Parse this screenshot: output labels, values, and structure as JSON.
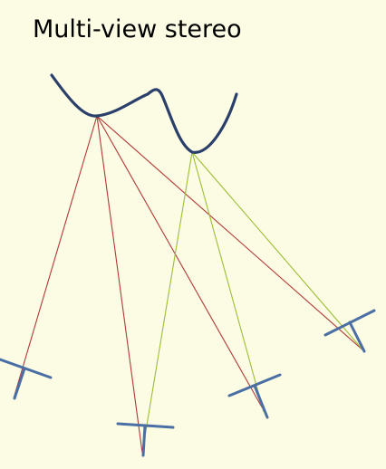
{
  "slide": {
    "title": "Multi-view stereo"
  },
  "diagram": {
    "curve_color": "#2b3f6b",
    "camera_color": "#4a6fa5",
    "ray_color_first_point": "#b23a3a",
    "ray_color_second_point": "#9cbf34",
    "background_color": "#fcfbe3",
    "surface_point_count": 2,
    "camera_count": 4
  }
}
